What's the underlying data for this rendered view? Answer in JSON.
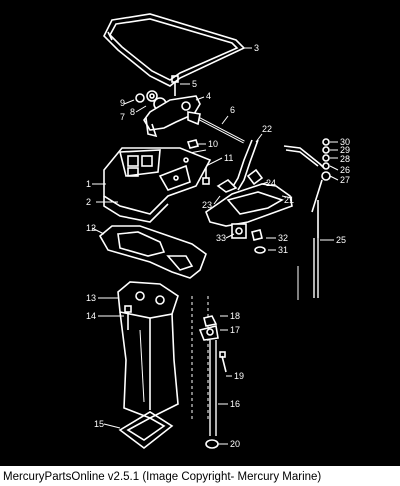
{
  "caption": "MercuryPartsOnline v2.5.1 (Image Copyright- Mercury Marine)",
  "colors": {
    "background": "#000000",
    "line": "#ffffff",
    "caption_bg": "#ffffff",
    "caption_text": "#000000"
  },
  "callouts": [
    "1",
    "2",
    "3",
    "4",
    "5",
    "6",
    "7",
    "8",
    "9",
    "10",
    "11",
    "12",
    "13",
    "14",
    "15",
    "16",
    "17",
    "18",
    "19",
    "20",
    "21",
    "22",
    "23",
    "24",
    "25",
    "26",
    "27",
    "28",
    "29",
    "30",
    "31",
    "32",
    "33"
  ]
}
